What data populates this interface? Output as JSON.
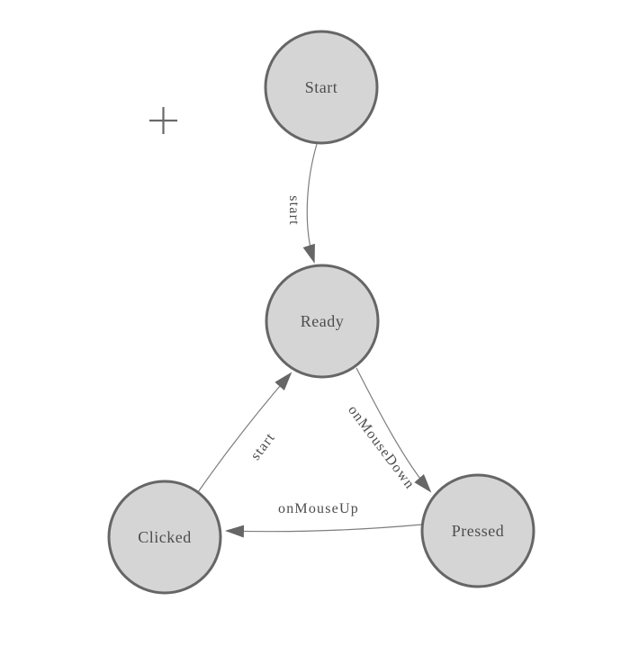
{
  "diagram": {
    "kind": "state-machine",
    "nodes": [
      {
        "id": "start",
        "label": "Start"
      },
      {
        "id": "ready",
        "label": "Ready"
      },
      {
        "id": "clicked",
        "label": "Clicked"
      },
      {
        "id": "pressed",
        "label": "Pressed"
      }
    ],
    "edges": [
      {
        "from": "Start",
        "to": "Ready",
        "label": "start"
      },
      {
        "from": "Ready",
        "to": "Pressed",
        "label": "onMouseDown"
      },
      {
        "from": "Pressed",
        "to": "Clicked",
        "label": "onMouseUp"
      },
      {
        "from": "Clicked",
        "to": "Ready",
        "label": "start"
      }
    ],
    "icons": [
      {
        "name": "crosshair-plus-icon"
      }
    ],
    "colors": {
      "background": "#ffffff",
      "node_fill": "#d5d5d5",
      "node_stroke": "#666666",
      "edge_line": "#7d7d7d",
      "arrowhead": "#666666",
      "label_text": "#4d4d4d",
      "crosshair": "#696969"
    }
  }
}
